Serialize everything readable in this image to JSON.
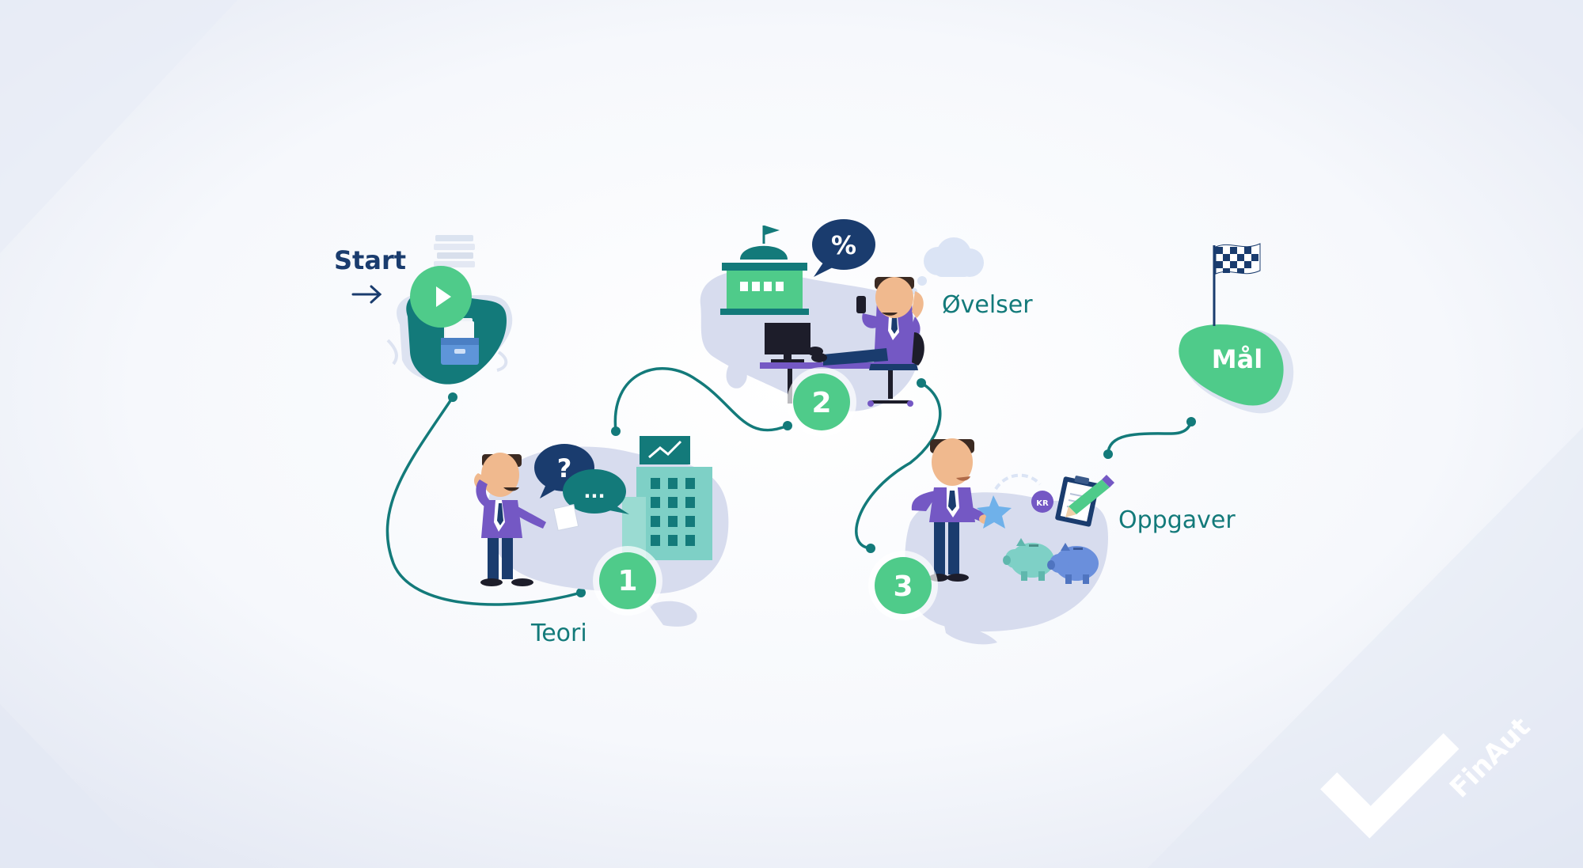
{
  "labels": {
    "start": "Start",
    "teori": "Teori",
    "ovelser": "Øvelser",
    "oppgaver": "Oppgaver",
    "maal": "Mål"
  },
  "steps": [
    "1",
    "2",
    "3"
  ],
  "bubbles": {
    "question": "?",
    "dots": "...",
    "percent": "%",
    "coin": "KR"
  },
  "logo": {
    "text": "FinAut"
  },
  "colors": {
    "teal": "#137a7a",
    "green": "#4fcb8a",
    "navy": "#1a3c6e",
    "purple": "#7458c4",
    "blob": "#d7dcee"
  }
}
